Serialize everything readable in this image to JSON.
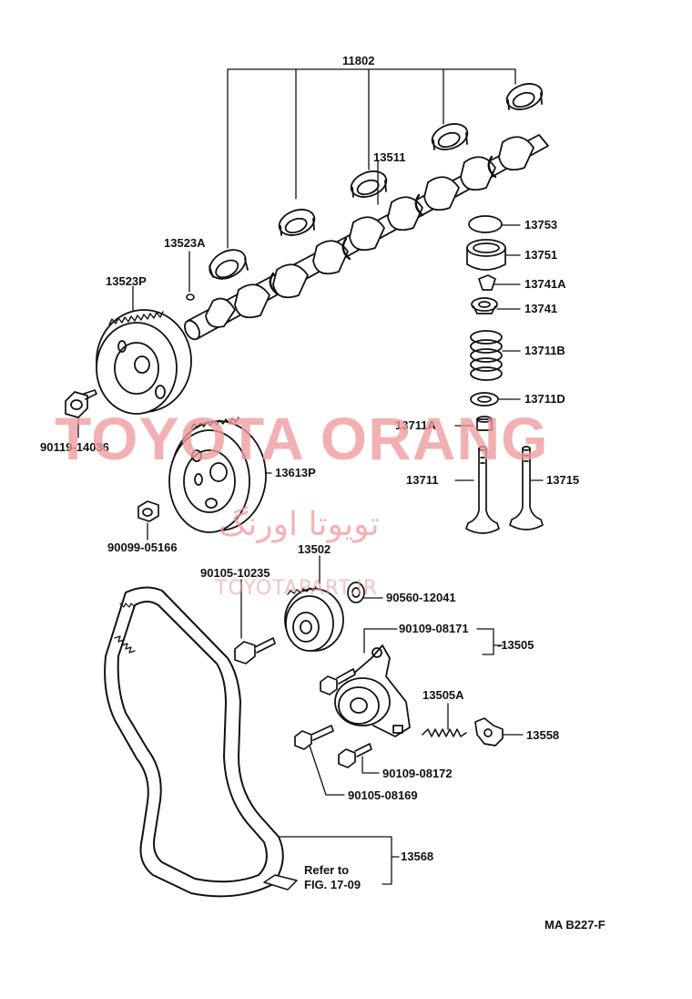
{
  "parts": {
    "p11802": "11802",
    "p13511": "13511",
    "p13523A": "13523A",
    "p13523P": "13523P",
    "p13753": "13753",
    "p13751": "13751",
    "p13741A": "13741A",
    "p13741": "13741",
    "p13711B": "13711B",
    "p13711D": "13711D",
    "p13711A": "13711A",
    "p13711": "13711",
    "p13715": "13715",
    "p90119_14036": "90119-14036",
    "p13613P": "13613P",
    "p90099_05166": "90099-05166",
    "p13502": "13502",
    "p90105_10235": "90105-10235",
    "p90560_12041": "90560-12041",
    "p90109_08171": "90109-08171",
    "p13505": "-13505",
    "p13505A": "13505A",
    "p13558": "13558",
    "p90109_08172": "90109-08172",
    "p90105_08169": "90105-08169",
    "p13568": "13568"
  },
  "reference": {
    "line1": "Refer to",
    "line2": "FIG. 17-09"
  },
  "figure_code": "MA B227-F",
  "watermark": {
    "main": "TOYOTA ORANG",
    "arabic": "تويوتا اورنگ",
    "url": "TOYOTAPART.IR"
  },
  "colors": {
    "ink": "#111111",
    "watermark": "#f09a9e"
  }
}
